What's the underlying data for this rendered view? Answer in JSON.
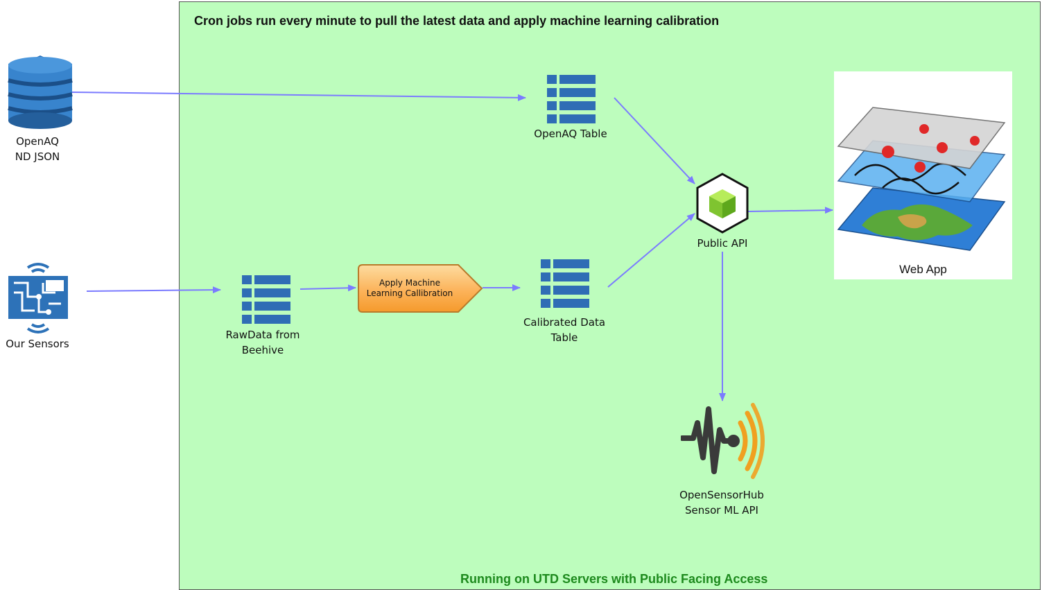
{
  "diagram": {
    "header": "Cron jobs run every minute to pull the latest data and apply machine learning calibration",
    "footer": "Running on UTD Servers with Public Facing Access",
    "nodes": {
      "openaq_source": {
        "line1": "OpenAQ",
        "line2": "ND JSON",
        "icon": "database-stack-icon"
      },
      "our_sensors": {
        "label": "Our Sensors",
        "icon": "sensor-circuit-icon"
      },
      "rawdata_table": {
        "line1": "RawData from",
        "line2": "Beehive",
        "icon": "table-icon"
      },
      "calibration_step": {
        "line1": "Apply Machine",
        "line2": "Learning Callibration"
      },
      "calibrated_table": {
        "line1": "Calibrated Data",
        "line2": "Table",
        "icon": "table-icon"
      },
      "openaq_table": {
        "label": "OpenAQ Table",
        "icon": "table-icon"
      },
      "public_api": {
        "label": "Public API",
        "icon": "cube-icon"
      },
      "web_app": {
        "label": "Web App",
        "icon": "map-layers-icon"
      },
      "opensensorhub": {
        "line1": "OpenSensorHub",
        "line2": "Sensor ML API",
        "icon": "opensensorhub-logo-icon"
      }
    },
    "colors": {
      "panel": "#bdfdbd",
      "arrow": "#7b7bff",
      "table_blue": "#2f6db5",
      "calibration_fill": "#fcb35a",
      "footer_text": "#1d8a1d"
    }
  }
}
